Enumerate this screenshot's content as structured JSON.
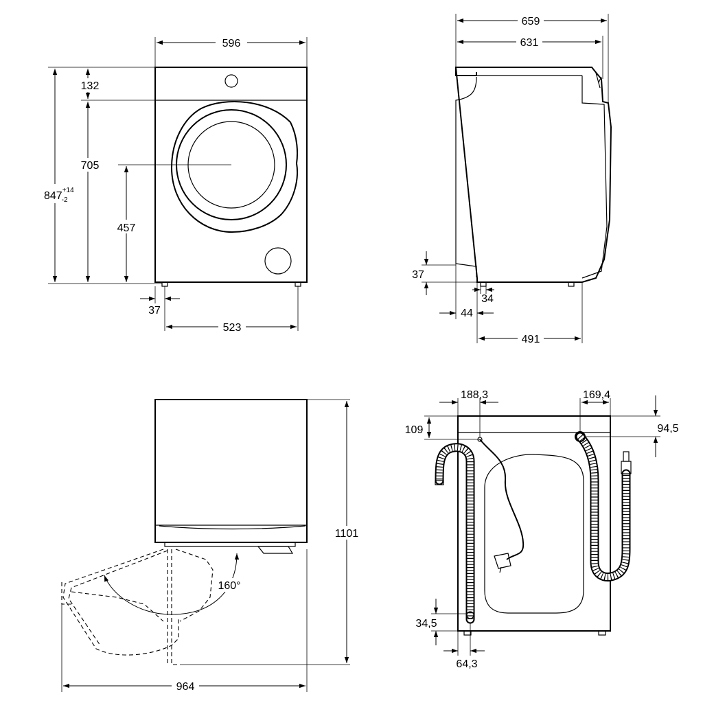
{
  "front_view": {
    "width": "596",
    "total_height": "847",
    "total_height_tol_plus": "+14",
    "total_height_tol_minus": "-2",
    "top_panel": "132",
    "door_top": "705",
    "door_center": "457",
    "foot_offset": "37",
    "foot_spacing": "523"
  },
  "side_view": {
    "total_depth": "659",
    "body_depth": "631",
    "plinth_height": "37",
    "foot_width": "34",
    "foot_offset": "44",
    "foot_spacing": "491"
  },
  "door_view": {
    "height_open": "1101",
    "depth_open": "964",
    "door_angle": "160°"
  },
  "back_view": {
    "power_offset": "188,3",
    "power_height": "109",
    "inlet_offset": "169,4",
    "inlet_height": "94,5",
    "drain_height": "34,5",
    "drain_offset": "64,3"
  },
  "colors": {
    "line": "#000000",
    "background": "#ffffff"
  }
}
